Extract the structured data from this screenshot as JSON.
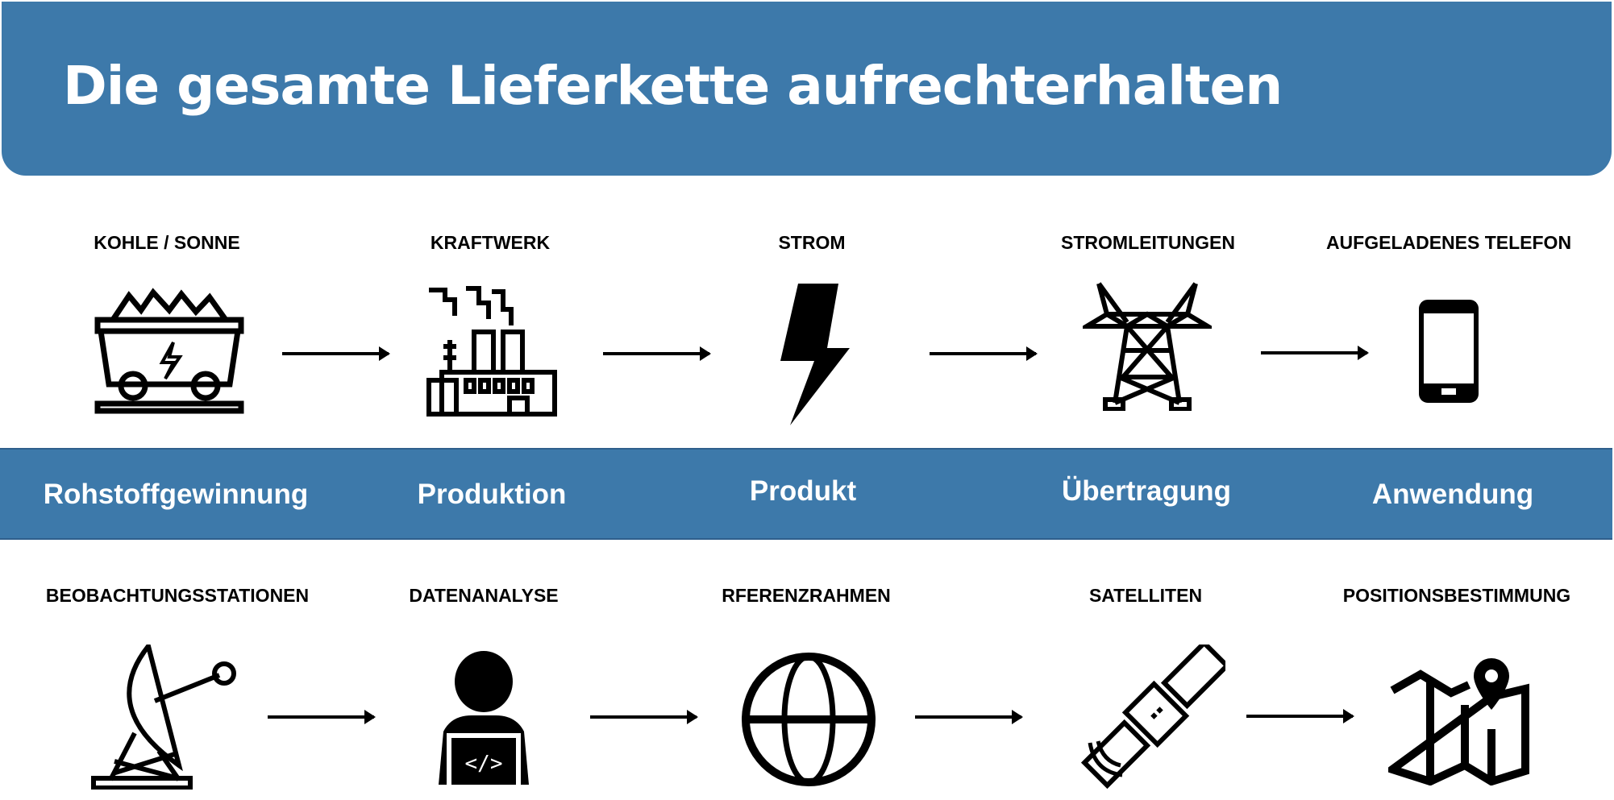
{
  "title": "Die gesamte Lieferkette aufrechterhalten",
  "top_row": [
    {
      "label": "KOHLE / SONNE",
      "icon": "coal-cart-icon"
    },
    {
      "label": "KRAFTWERK",
      "icon": "power-plant-icon"
    },
    {
      "label": "STROM",
      "icon": "lightning-icon"
    },
    {
      "label": "STROMLEITUNGEN",
      "icon": "power-tower-icon"
    },
    {
      "label": "AUFGELADENES TELEFON",
      "icon": "phone-icon"
    }
  ],
  "stages": [
    "Rohstoffgewinnung",
    "Produktion",
    "Produkt",
    "Übertragung",
    "Anwendung"
  ],
  "bottom_row": [
    {
      "label": "BEOBACHTUNGSSTATIONEN",
      "icon": "satellite-dish-icon"
    },
    {
      "label": "DATENANALYSE",
      "icon": "developer-laptop-icon"
    },
    {
      "label": "RFERENZRAHMEN",
      "icon": "globe-icon"
    },
    {
      "label": "SATELLITEN",
      "icon": "satellite-icon"
    },
    {
      "label": "POSITIONSBESTIMMUNG",
      "icon": "map-pin-icon"
    }
  ],
  "colors": {
    "accent": "#3d79aa"
  }
}
